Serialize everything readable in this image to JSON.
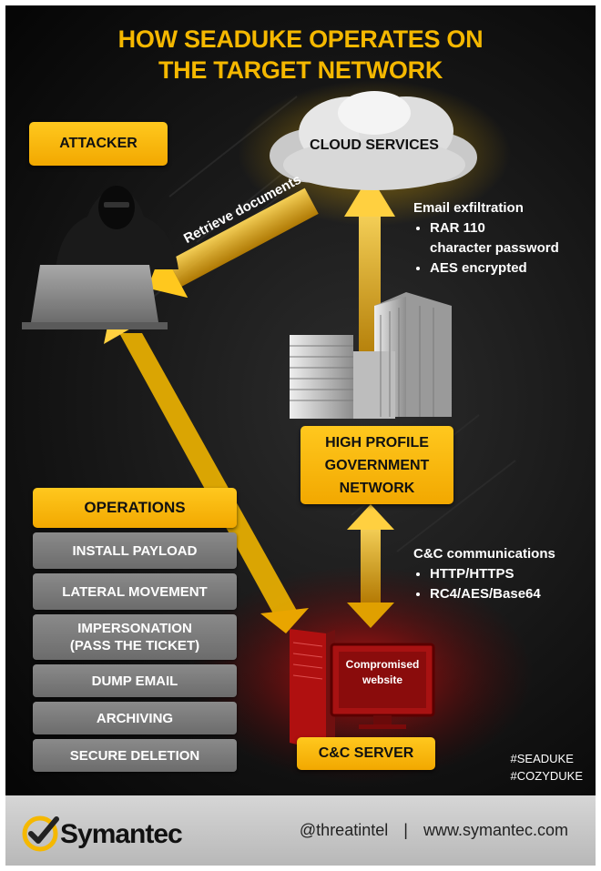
{
  "title_line1": "HOW SEADUKE OPERATES ON",
  "title_line2": "THE TARGET NETWORK",
  "attacker_label": "ATTACKER",
  "cloud_label": "CLOUD SERVICES",
  "retrieve_label": "Retrieve documents",
  "email": {
    "heading": "Email exfiltration",
    "bullets": [
      "RAR 110",
      "character password",
      "AES encrypted"
    ]
  },
  "network_label": [
    "HIGH PROFILE",
    "GOVERNMENT",
    "NETWORK"
  ],
  "cc": {
    "heading": "C&C communications",
    "bullets": [
      "HTTP/HTTPS",
      "RC4/AES/Base64"
    ]
  },
  "compromised_label": [
    "Compromised",
    "website"
  ],
  "server_label": "C&C SERVER",
  "operations": {
    "heading": "OPERATIONS",
    "items": [
      {
        "line1": "INSTALL PAYLOAD",
        "line2": ""
      },
      {
        "line1": "LATERAL MOVEMENT",
        "line2": ""
      },
      {
        "line1": "IMPERSONATION",
        "line2": "(PASS THE TICKET)"
      },
      {
        "line1": "DUMP EMAIL",
        "line2": ""
      },
      {
        "line1": "ARCHIVING",
        "line2": ""
      },
      {
        "line1": "SECURE DELETION",
        "line2": ""
      }
    ]
  },
  "hashtags": [
    "#SEADUKE",
    "#COZYDUKE"
  ],
  "footer": {
    "brand": "Symantec",
    "handle": "@threatintel",
    "separator": "|",
    "site": "www.symantec.com"
  },
  "colors": {
    "accent": "#f5b800",
    "panel": "#161616",
    "ops_grey": "#7a7a7a",
    "server_red": "#b01010"
  },
  "icons": [
    "hooded-attacker-icon",
    "laptop-icon",
    "cloud-icon",
    "office-building-icon",
    "server-tower-icon",
    "monitor-icon",
    "symantec-check-logo-icon"
  ]
}
